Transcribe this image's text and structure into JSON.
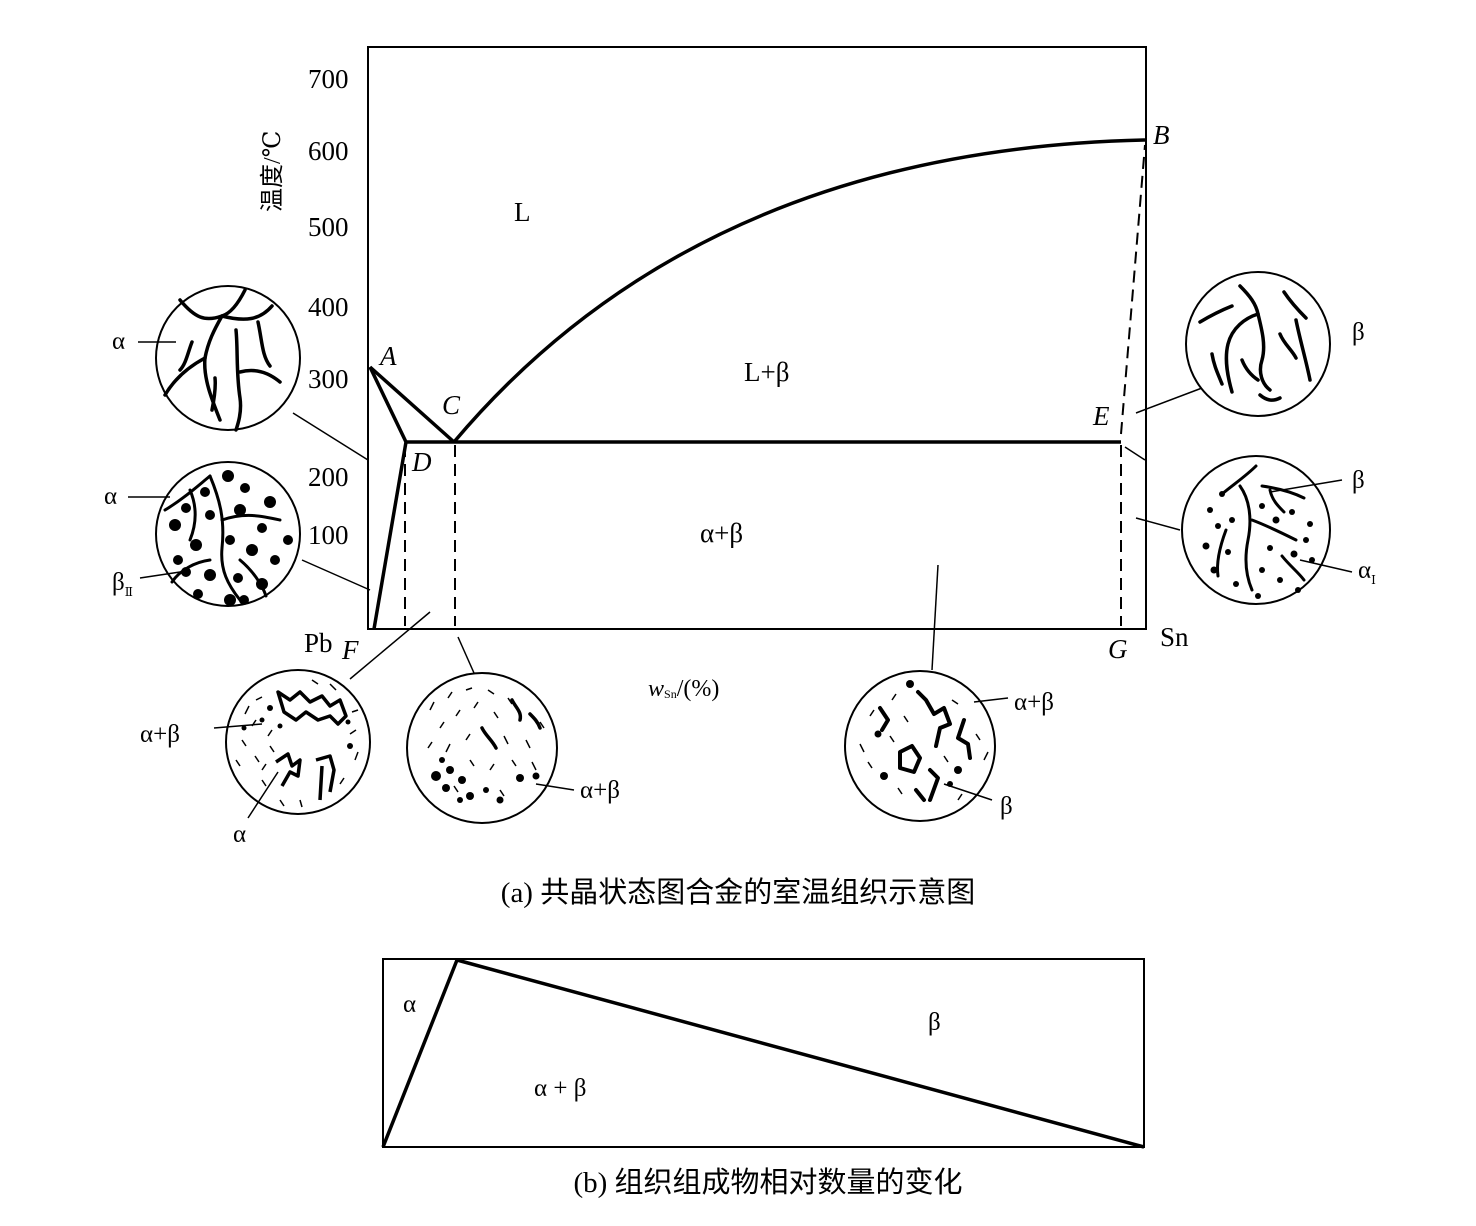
{
  "chart_data": {
    "type": "phase-diagram",
    "y_label": "温度/℃",
    "y_ticks": [
      "700",
      "600",
      "500",
      "400",
      "300",
      "200",
      "100"
    ],
    "x_label": {
      "main": "w",
      "sub": "Sn",
      "unit": "/(%)"
    },
    "components": {
      "left": "Pb",
      "right": "Sn"
    },
    "points": {
      "A": "A",
      "B": "B",
      "C": "C",
      "D": "D",
      "E": "E",
      "F": "F",
      "G": "G"
    },
    "regions": {
      "liquid": "L",
      "liquid_beta": "L+β",
      "alpha_beta": "α+β"
    },
    "micrographs": [
      {
        "id": "alpha",
        "labels": [
          "α"
        ]
      },
      {
        "id": "alpha-beta-ii",
        "labels": [
          "α",
          "β",
          "Ⅱ"
        ]
      },
      {
        "id": "hypoeutectic",
        "labels": [
          "α+β",
          "α"
        ]
      },
      {
        "id": "eutectic",
        "labels": [
          "α+β"
        ]
      },
      {
        "id": "hypereutectic",
        "labels": [
          "α+β",
          "β"
        ]
      },
      {
        "id": "beta",
        "labels": [
          "β"
        ]
      },
      {
        "id": "beta-alpha-i",
        "labels": [
          "β",
          "α",
          "Ⅰ"
        ]
      }
    ],
    "caption_a": "(a) 共晶状态图合金的室温组织示意图",
    "bottom": {
      "labels": {
        "alpha": "α",
        "alpha_beta": "α + β",
        "beta": "β"
      }
    },
    "caption_b": "(b) 组织组成物相对数量的变化"
  }
}
